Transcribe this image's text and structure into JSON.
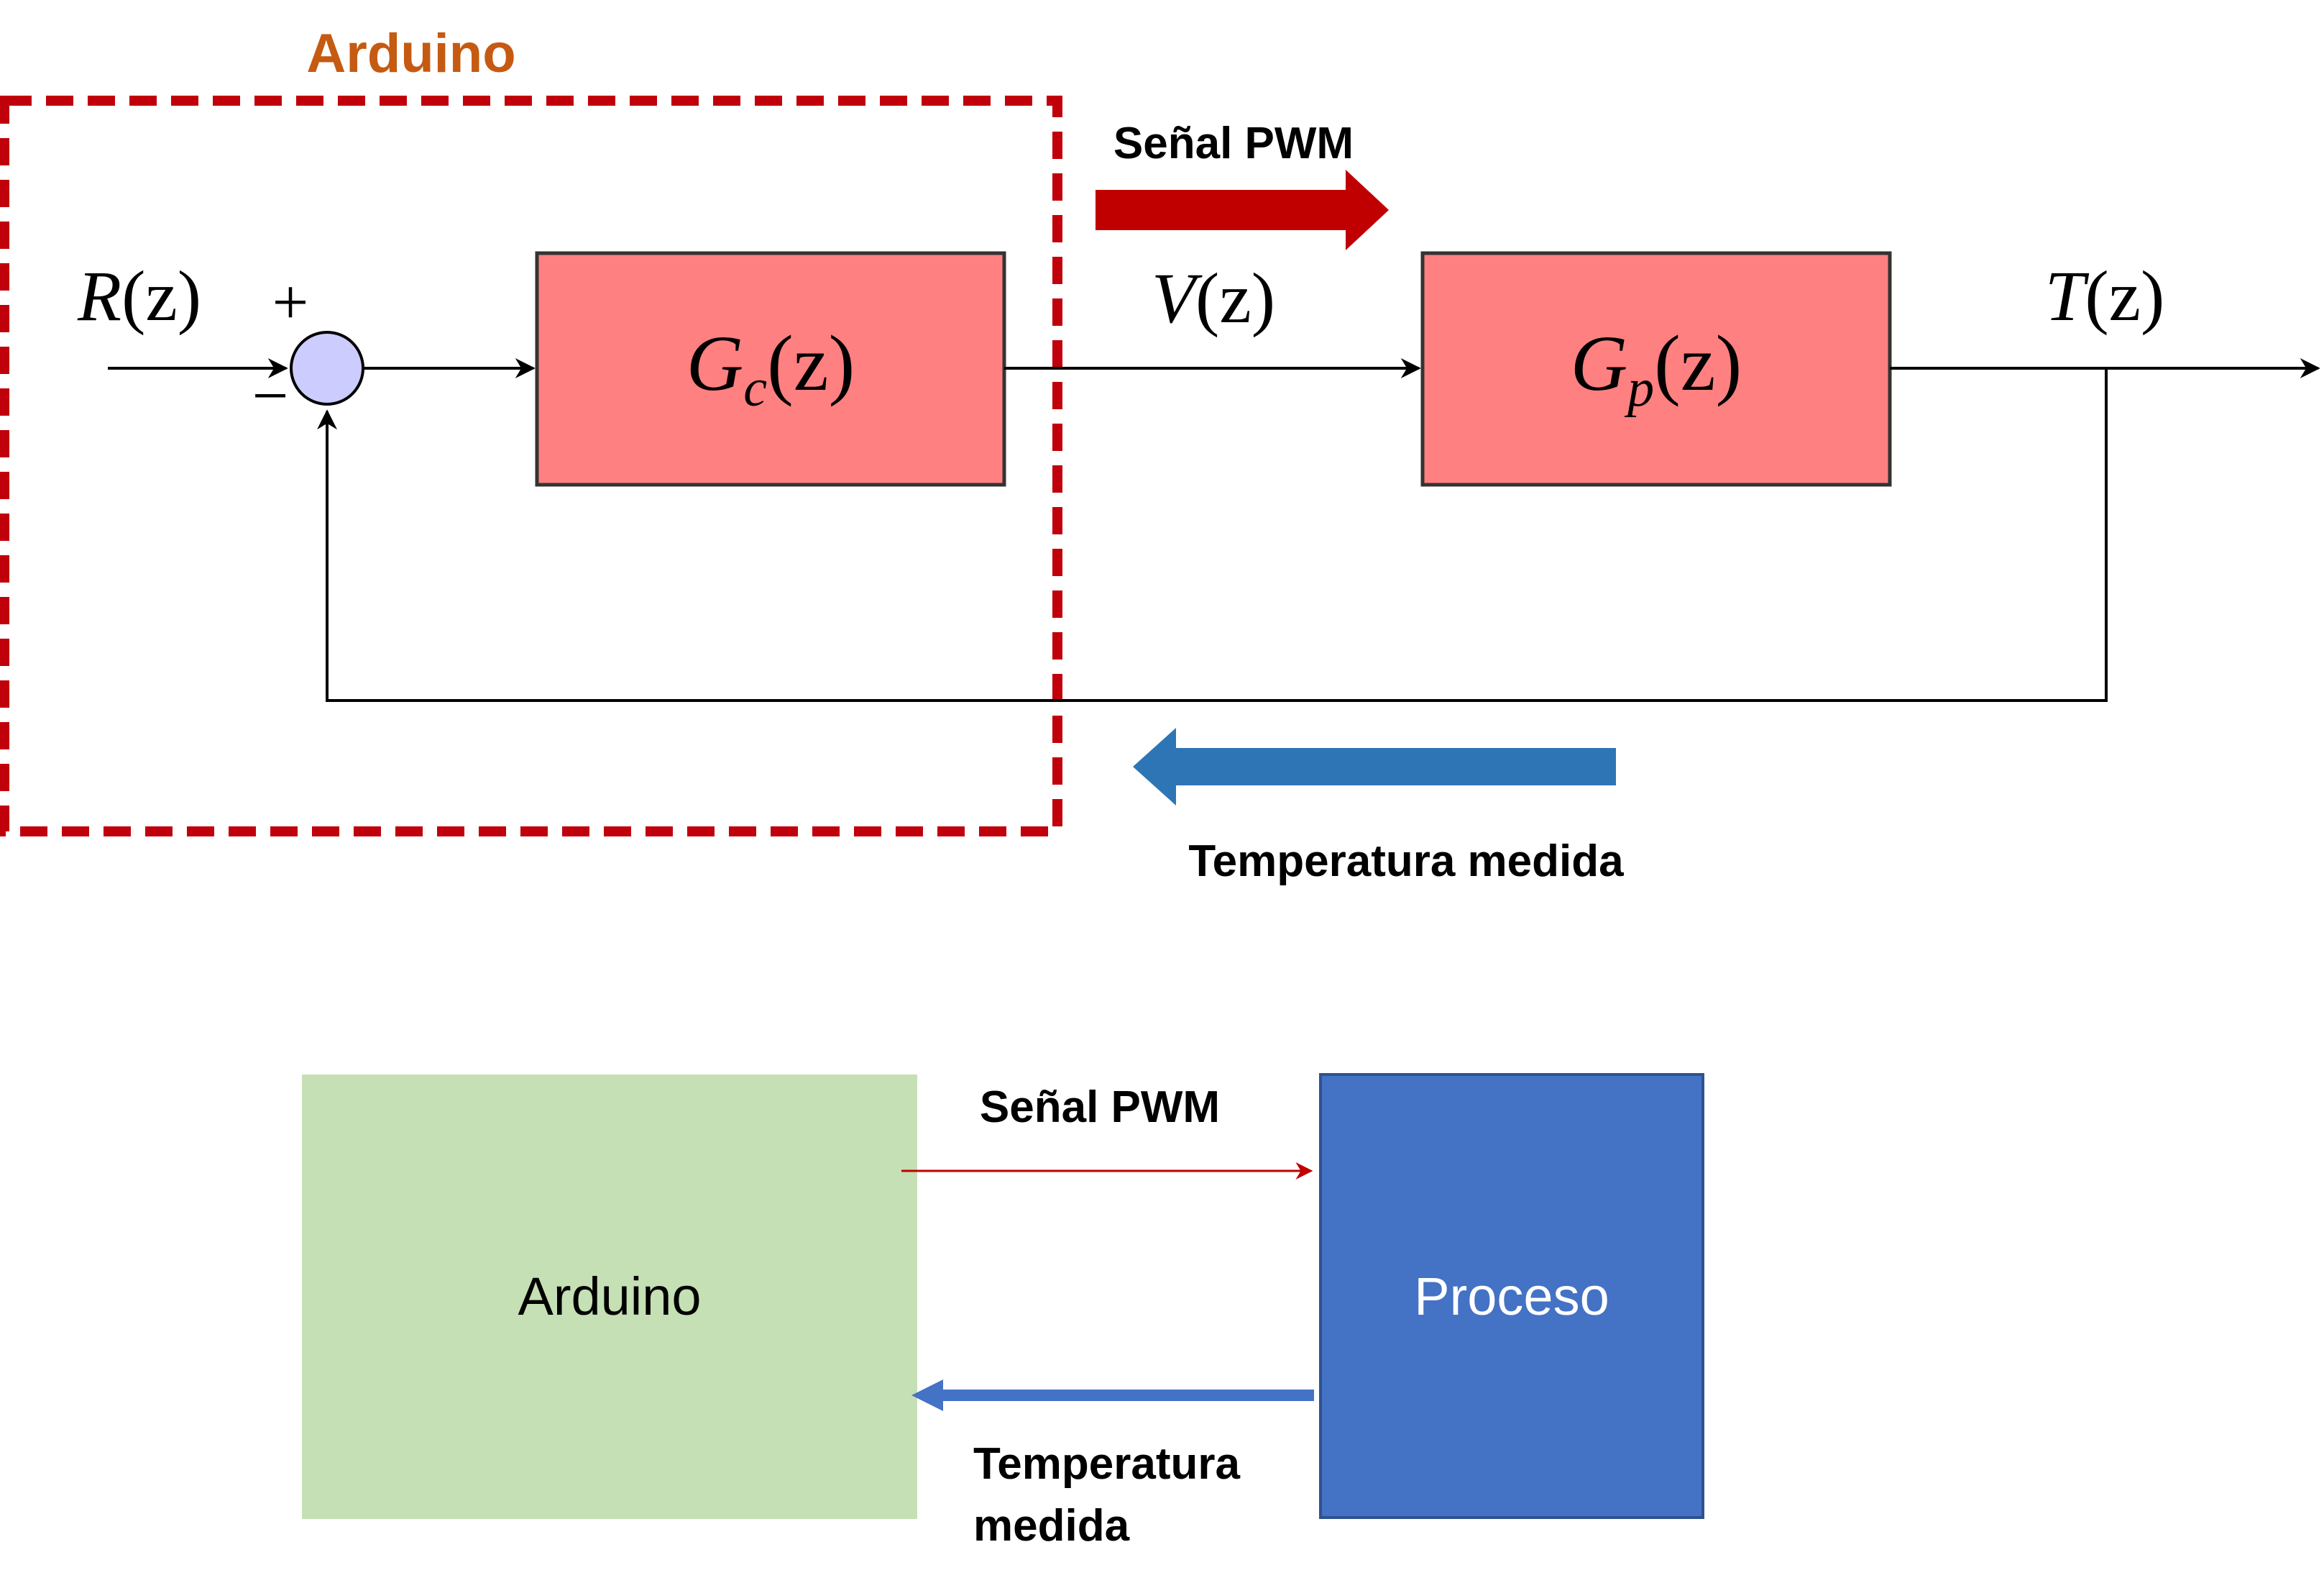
{
  "top": {
    "arduino_title": "Arduino",
    "pwm_label": "Señal PWM",
    "temp_label": "Temperatura medida",
    "r_main": "R",
    "r_arg": "(z)",
    "plus_sign": "+",
    "minus_sign": "−",
    "gc_main": "G",
    "gc_sub": "c",
    "gc_arg": "(z)",
    "v_main": "V",
    "v_arg": "(z)",
    "gp_main": "G",
    "gp_sub": "p",
    "gp_arg": "(z)",
    "t_main": "T",
    "t_arg": "(z)"
  },
  "bottom": {
    "arduino_label": "Arduino",
    "proceso_label": "Proceso",
    "pwm_label": "Señal PWM",
    "temp_line1": "Temperatura",
    "temp_line2": "medida"
  },
  "colors": {
    "block_red": "#ff8080",
    "dashed_red": "#c0000b",
    "arrow_red": "#c00000",
    "arrow_blue": "#2e75b6",
    "arduino_green": "#c5e0b4",
    "proceso_blue": "#4472c4",
    "title_orange": "#c55a11",
    "summing_fill": "#ccccff"
  }
}
